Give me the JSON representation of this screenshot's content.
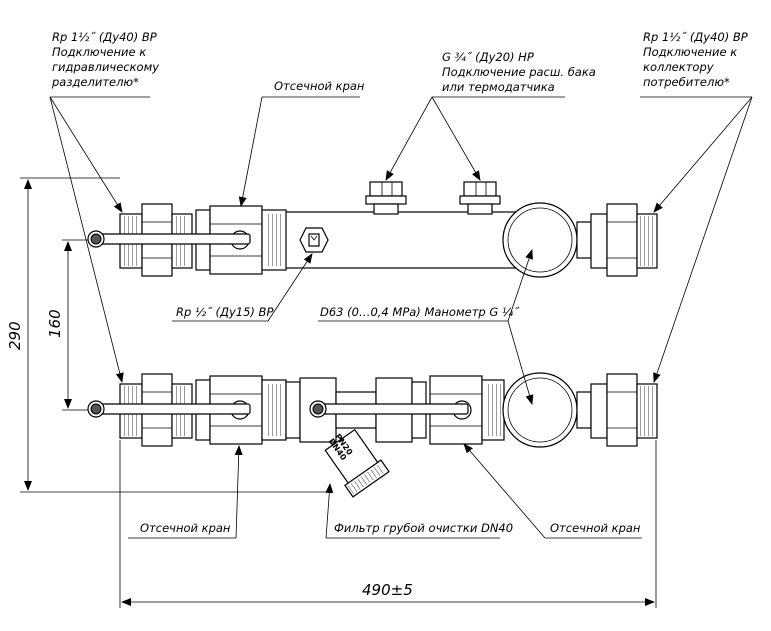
{
  "labels": {
    "top_left_l1": "Rp 1½˝ (Ду40) ВР",
    "top_left_l2": "Подключение к",
    "top_left_l3": "гидравлическому",
    "top_left_l4": "разделителю*",
    "top_valve": "Отсечной кран",
    "top_center_l1": "G ¾˝ (Ду20) НР",
    "top_center_l2": "Подключение расш. бака",
    "top_center_l3": "или термодатчика",
    "top_right_l1": "Rp 1½˝ (Ду40) ВР",
    "top_right_l2": "Подключение к",
    "top_right_l3": "коллектору",
    "top_right_l4": "потребителю*",
    "mid_left": "Rp ½˝ (Ду15) ВР",
    "mid_right": "D63 (0…0,4 MPa) Манометр G ¼˝",
    "bottom_left": "Отсечной кран",
    "bottom_center": "Фильтр грубой очистки DN40",
    "bottom_right": "Отсечной кран",
    "filter_mark1": "DN40",
    "filter_mark2": "PN20"
  },
  "dimensions": {
    "height_total": "290",
    "height_inner": "160",
    "width_total": "490±5"
  }
}
